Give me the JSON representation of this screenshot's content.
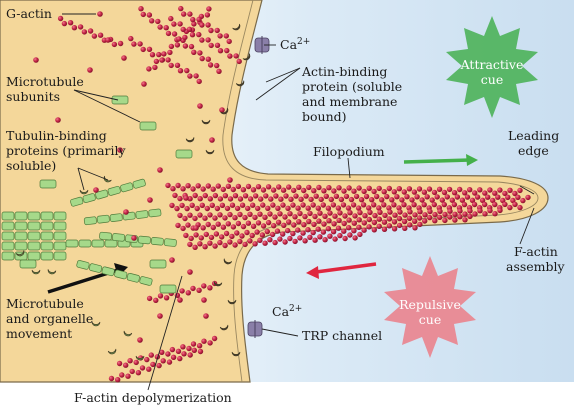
{
  "labels": {
    "g_actin": "G-actin",
    "microtubule_subunits_1": "Microtubule",
    "microtubule_subunits_2": "subunits",
    "tubulin_binding_1": "Tubulin-binding",
    "tubulin_binding_2": "proteins (primarily",
    "tubulin_binding_3": "soluble)",
    "ca_top": "Ca",
    "ca_top_sup": "2+",
    "actin_binding_1": "Actin-binding",
    "actin_binding_2": "protein (soluble",
    "actin_binding_3": "and membrane",
    "actin_binding_4": "bound)",
    "attractive_1": "Attractive",
    "attractive_2": "cue",
    "filopodium": "Filopodium",
    "leading_edge_1": "Leading",
    "leading_edge_2": "edge",
    "f_actin_assembly_1": "F-actin",
    "f_actin_assembly_2": "assembly",
    "repulsive_1": "Repulsive",
    "repulsive_2": "cue",
    "ca_bottom": "Ca",
    "ca_bottom_sup": "2+",
    "trp_channel": "TRP channel",
    "microtubule_movement_1": "Microtubule",
    "microtubule_movement_2": "and organelle",
    "microtubule_movement_3": "movement",
    "f_actin_depolymerization": "F-actin depolymerization"
  },
  "colors": {
    "cytoplasm": "#f4d79a",
    "extracellular": "#d9e9f5",
    "actin": "#c8284a",
    "microtubule": "#a6d98a",
    "attractive_cue": "#4fb35c",
    "repulsive_cue": "#e9868f",
    "attractive_arrow": "#44b04a",
    "repulsive_arrow": "#e0263f",
    "channel": "#8a7fa8"
  }
}
